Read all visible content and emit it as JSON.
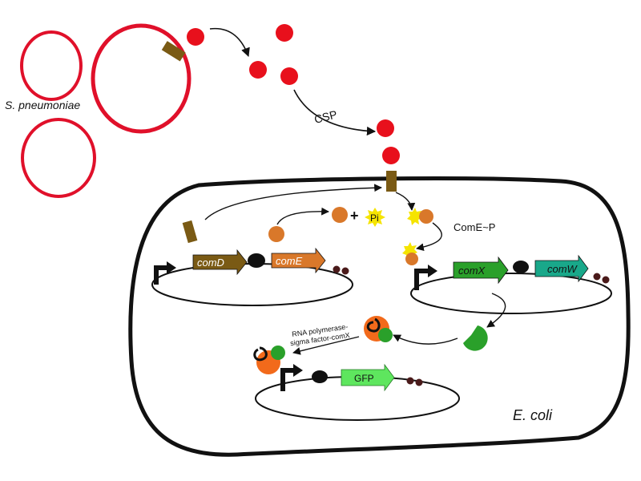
{
  "labels": {
    "s_pneumoniae": "S. pneumoniae",
    "csp": "CSP",
    "pi": "Pi",
    "plus": "+",
    "come_p": "ComE~P",
    "comD": "comD",
    "comE": "comE",
    "comX": "comX",
    "comW": "comW",
    "gfp": "GFP",
    "rna_pol_line1": "RNA polymerase-",
    "rna_pol_line2": "sigma factor-comX",
    "e_coli": "E. coli"
  },
  "colors": {
    "pneumo_membrane": "#e0102a",
    "csp_peptide": "#e8101c",
    "receptor": "#7a5a14",
    "comE_protein": "#d9782a",
    "phosphate_star": "#f5e400",
    "comX_gene": "#2aa02a",
    "comW_gene": "#19a88a",
    "gfp_gene": "#5ee65e",
    "rna_pol": "#f26a1b",
    "sigma_factor": "#2aa02a",
    "ecoli_membrane": "#111111"
  }
}
